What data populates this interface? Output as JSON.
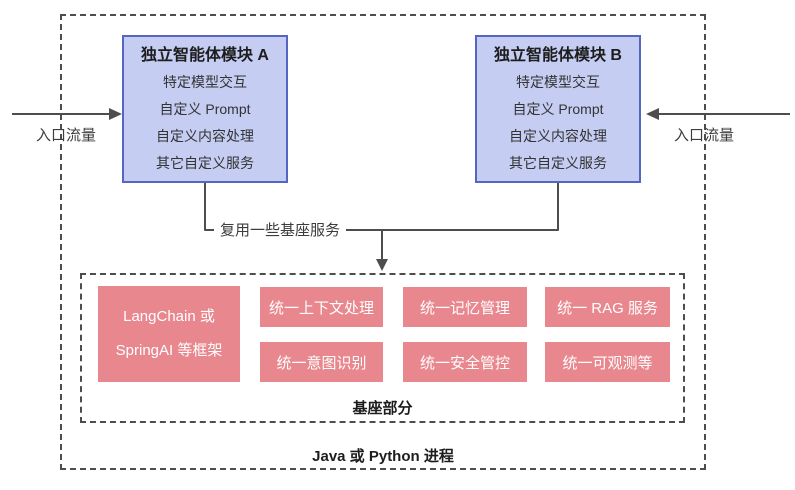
{
  "diagram": {
    "modules": [
      {
        "title": "独立智能体模块 A",
        "items": [
          "特定模型交互",
          "自定义 Prompt",
          "自定义内容处理",
          "其它自定义服务"
        ]
      },
      {
        "title": "独立智能体模块 B",
        "items": [
          "特定模型交互",
          "自定义 Prompt",
          "自定义内容处理",
          "其它自定义服务"
        ]
      }
    ],
    "entry_left_label": "入口流量",
    "entry_right_label": "入口流量",
    "connector_label": "复用一些基座服务",
    "base": {
      "framework": {
        "line1": "LangChain 或",
        "line2": "SpringAI 等框架"
      },
      "services": [
        "统一上下文处理",
        "统一记忆管理",
        "统一 RAG 服务",
        "统一意图识别",
        "统一安全管控",
        "统一可观测等"
      ],
      "label": "基座部分"
    },
    "process_label": "Java 或 Python 进程",
    "colors": {
      "module_fill": "#c5cdf2",
      "module_border": "#5565c1",
      "service_fill": "#e8878e",
      "service_text": "#ffffff",
      "line": "#4d4d4d"
    }
  }
}
